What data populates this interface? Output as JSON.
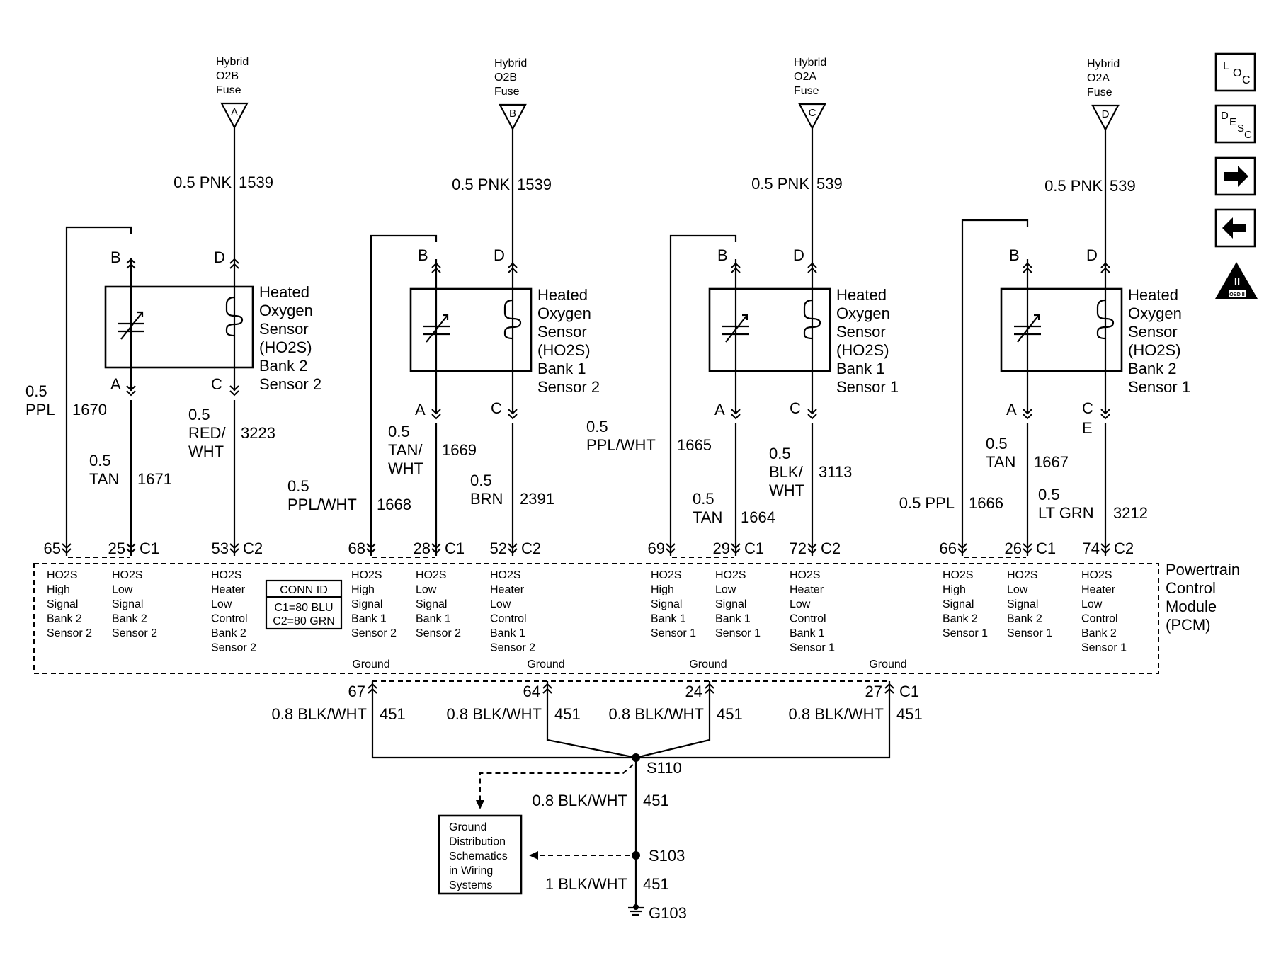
{
  "fuses": [
    {
      "lines": [
        "Hybrid",
        "O2B",
        "Fuse"
      ],
      "letter": "A"
    },
    {
      "lines": [
        "Hybrid",
        "O2B",
        "Fuse"
      ],
      "letter": "B"
    },
    {
      "lines": [
        "Hybrid",
        "O2A",
        "Fuse"
      ],
      "letter": "C"
    },
    {
      "lines": [
        "Hybrid",
        "O2A",
        "Fuse"
      ],
      "letter": "D"
    }
  ],
  "feed_wires": [
    {
      "gauge_color": "0.5 PNK",
      "circuit": "1539"
    },
    {
      "gauge_color": "0.5 PNK",
      "circuit": "1539"
    },
    {
      "gauge_color": "0.5 PNK",
      "circuit": "539"
    },
    {
      "gauge_color": "0.5 PNK",
      "circuit": "539"
    }
  ],
  "sensors": [
    {
      "lines": [
        "Heated",
        "Oxygen",
        "Sensor",
        "(HO2S)",
        "Bank 2",
        "Sensor 2"
      ],
      "pins": {
        "b": "B",
        "d": "D",
        "a": "A",
        "c": "C",
        "e": ""
      }
    },
    {
      "lines": [
        "Heated",
        "Oxygen",
        "Sensor",
        "(HO2S)",
        "Bank 1",
        "Sensor 2"
      ],
      "pins": {
        "b": "B",
        "d": "D",
        "a": "A",
        "c": "C",
        "e": ""
      }
    },
    {
      "lines": [
        "Heated",
        "Oxygen",
        "Sensor",
        "(HO2S)",
        "Bank 1",
        "Sensor 1"
      ],
      "pins": {
        "b": "B",
        "d": "D",
        "a": "A",
        "c": "C",
        "e": ""
      }
    },
    {
      "lines": [
        "Heated",
        "Oxygen",
        "Sensor",
        "(HO2S)",
        "Bank 2",
        "Sensor 1"
      ],
      "pins": {
        "b": "B",
        "d": "D",
        "a": "A",
        "c": "C",
        "e": "E"
      }
    }
  ],
  "signal_wires": [
    {
      "high": {
        "gauge": "0.5",
        "color": "PPL",
        "circuit": "1670"
      },
      "low": {
        "gauge": "0.5",
        "color": "TAN",
        "circuit": "1671"
      },
      "heater": {
        "gauge": "0.5",
        "color": "RED/",
        "color2": "WHT",
        "circuit": "3223"
      }
    },
    {
      "high": {
        "gauge": "0.5",
        "color": "PPL/WHT",
        "circuit": "1668"
      },
      "low": {
        "gauge": "0.5",
        "color": "TAN/",
        "color2": "WHT",
        "circuit": "1669"
      },
      "heater": {
        "gauge": "0.5",
        "color": "BRN",
        "circuit": "2391"
      }
    },
    {
      "high": {
        "gauge": "0.5",
        "color": "PPL/WHT",
        "circuit": "1665"
      },
      "low": {
        "gauge": "0.5",
        "color": "TAN",
        "circuit": "1664"
      },
      "heater": {
        "gauge": "0.5",
        "color": "BLK/",
        "color2": "WHT",
        "circuit": "3113"
      }
    },
    {
      "high": {
        "gauge_color": "0.5 PPL",
        "circuit": "1666"
      },
      "low": {
        "gauge": "0.5",
        "color": "TAN",
        "circuit": "1667"
      },
      "heater": {
        "gauge": "0.5",
        "color": "LT GRN",
        "circuit": "3212"
      }
    }
  ],
  "pcm_pins": [
    {
      "high": "65",
      "low": "25",
      "low_conn": "C1",
      "heater": "53",
      "heater_conn": "C2"
    },
    {
      "high": "68",
      "low": "28",
      "low_conn": "C1",
      "heater": "52",
      "heater_conn": "C2"
    },
    {
      "high": "69",
      "low": "29",
      "low_conn": "C1",
      "heater": "72",
      "heater_conn": "C2"
    },
    {
      "high": "66",
      "low": "26",
      "low_conn": "C1",
      "heater": "74",
      "heater_conn": "C2"
    }
  ],
  "pcm_functions": [
    [
      "HO2S",
      "High",
      "Signal",
      "Bank 2",
      "Sensor 2"
    ],
    [
      "HO2S",
      "Low",
      "Signal",
      "Bank 2",
      "Sensor 2"
    ],
    [
      "HO2S",
      "Heater",
      "Low",
      "Control",
      "Bank 2",
      "Sensor 2"
    ],
    [
      "HO2S",
      "High",
      "Signal",
      "Bank 1",
      "Sensor 2"
    ],
    [
      "HO2S",
      "Low",
      "Signal",
      "Bank 1",
      "Sensor 2"
    ],
    [
      "HO2S",
      "Heater",
      "Low",
      "Control",
      "Bank 1",
      "Sensor 2"
    ],
    [
      "HO2S",
      "High",
      "Signal",
      "Bank 1",
      "Sensor 1"
    ],
    [
      "HO2S",
      "Low",
      "Signal",
      "Bank 1",
      "Sensor 1"
    ],
    [
      "HO2S",
      "Heater",
      "Low",
      "Control",
      "Bank 1",
      "Sensor 1"
    ],
    [
      "HO2S",
      "High",
      "Signal",
      "Bank 2",
      "Sensor 1"
    ],
    [
      "HO2S",
      "Low",
      "Signal",
      "Bank 2",
      "Sensor 1"
    ],
    [
      "HO2S",
      "Heater",
      "Low",
      "Control",
      "Bank 2",
      "Sensor 1"
    ]
  ],
  "conn_id": {
    "title": "CONN ID",
    "lines": [
      "C1=80 BLU",
      "C2=80 GRN"
    ]
  },
  "pcm_name": [
    "Powertrain",
    "Control",
    "Module",
    "(PCM)"
  ],
  "grounds": [
    {
      "label": "Ground",
      "pin": "67",
      "gauge_color": "0.8 BLK/WHT",
      "circuit": "451"
    },
    {
      "label": "Ground",
      "pin": "64",
      "gauge_color": "0.8 BLK/WHT",
      "circuit": "451"
    },
    {
      "label": "Ground",
      "pin": "24",
      "gauge_color": "0.8 BLK/WHT",
      "circuit": "451"
    },
    {
      "label": "Ground",
      "pin": "27",
      "gauge_color": "0.8 BLK/WHT",
      "circuit": "451",
      "conn": "C1"
    }
  ],
  "splice_s110": "S110",
  "splice_s103": "S103",
  "ground_g103": "G103",
  "trunk_wire_1": {
    "gauge_color": "0.8 BLK/WHT",
    "circuit": "451"
  },
  "trunk_wire_2": {
    "gauge_color": "1 BLK/WHT",
    "circuit": "451"
  },
  "ground_note": [
    "Ground",
    "Distribution",
    "Schematics",
    "in Wiring",
    "Systems"
  ],
  "nav": {
    "loc": {
      "l": "L",
      "o": "O",
      "c": "C"
    },
    "desc": {
      "d": "D",
      "e": "E",
      "s": "S",
      "c": "C"
    },
    "obd": "OBD II",
    "obd_numeral": "II"
  }
}
